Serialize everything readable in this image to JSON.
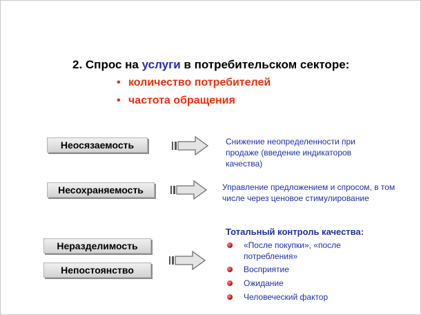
{
  "title": {
    "prefix": "2. Спрос на ",
    "accent": "услуги",
    "suffix": " в потребительском секторе:"
  },
  "bullets": [
    "количество потребителей",
    "частота обращения"
  ],
  "rows": [
    {
      "label": "Неосязаемость",
      "description": "Снижение неопределенности при продаже (введение индикаторов качества)"
    },
    {
      "label": "Несохраняемость",
      "description": "Управление предложением и спросом, в том числе через ценовое стимулирование"
    }
  ],
  "group": {
    "labels": [
      "Неразделимость",
      "Непостоянство"
    ],
    "quality_title": "Тотальный контроль качества:",
    "quality_items": [
      "«После покупки», «после потребления»",
      "Восприятие",
      "Ожидание",
      "Человеческий фактор"
    ]
  },
  "colors": {
    "accent_blue": "#2a2ab0",
    "bullet_red": "#e8330b",
    "text_blue": "#1f2fa8"
  },
  "icons": {
    "arrow": "striped-block-arrow-icon",
    "list_bullet": "red-ball-icon"
  }
}
